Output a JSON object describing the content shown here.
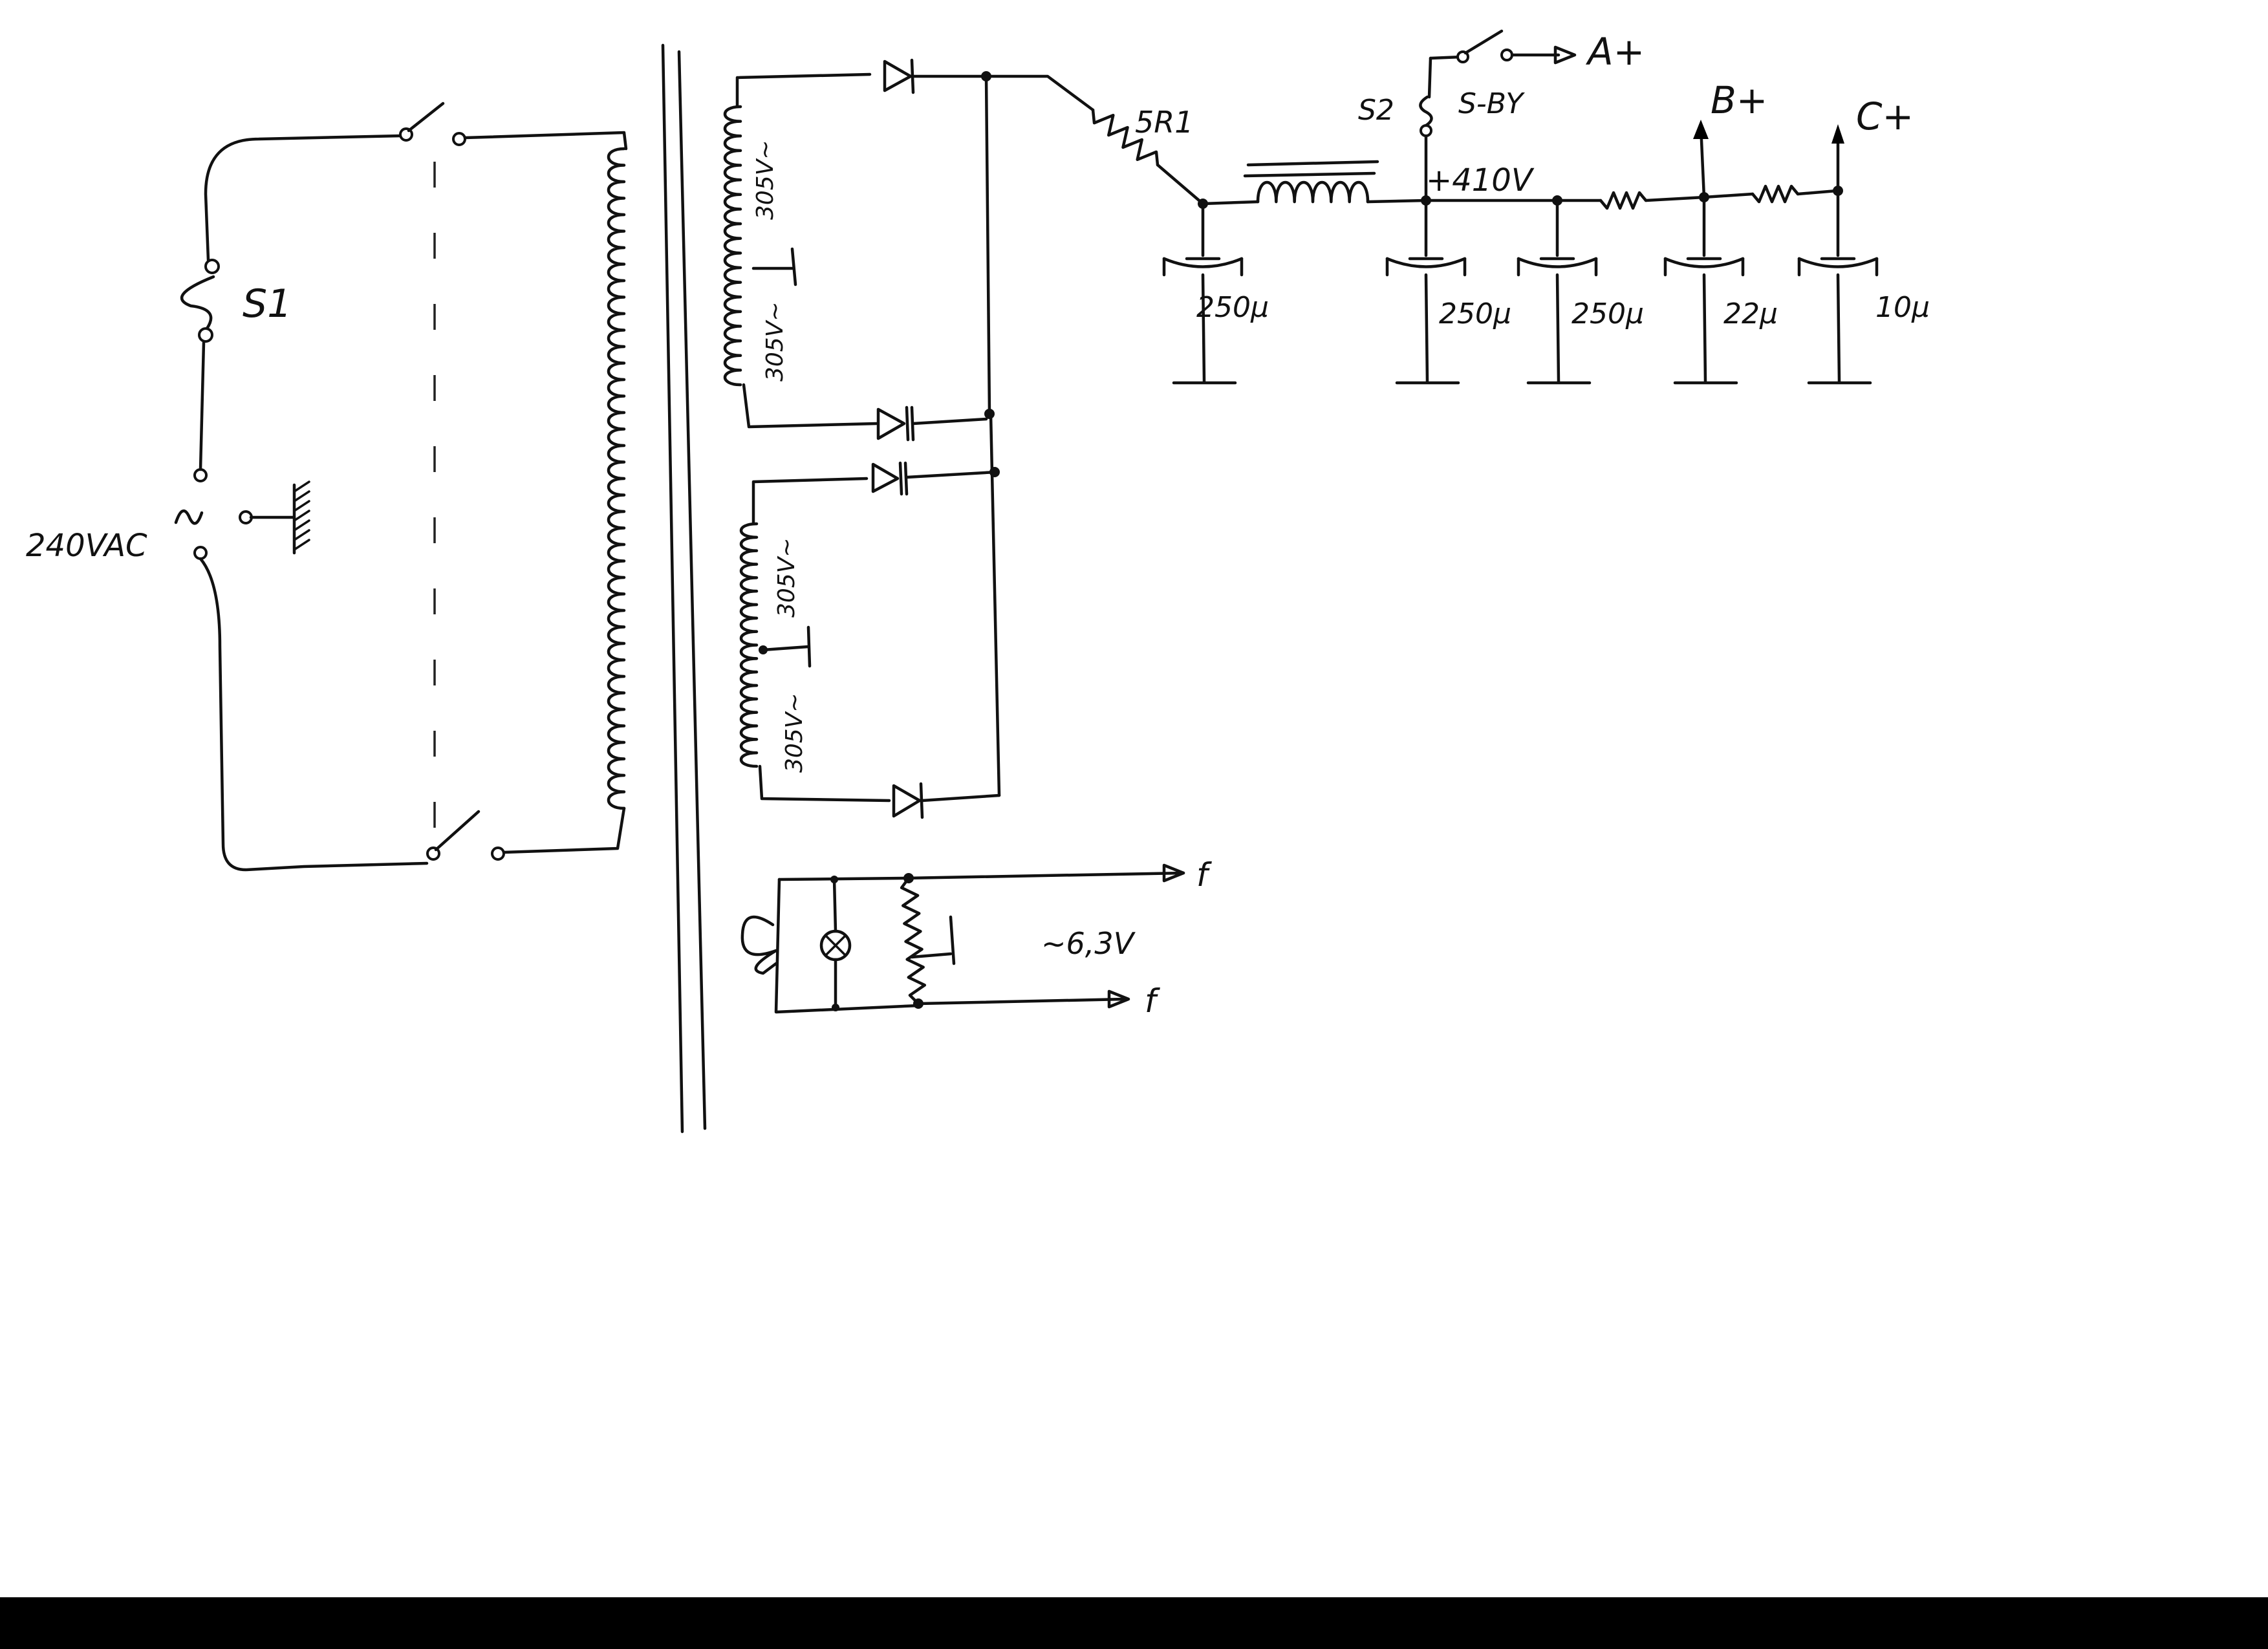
{
  "labels": {
    "mains": "240VAC",
    "mains_symbol": "~",
    "s1": "S1",
    "s2": "S2",
    "standby": "S-BY",
    "a_plus": "A+",
    "b_plus": "B+",
    "c_plus": "C+",
    "resistor_5r1": "5R1",
    "hv_voltage": "+410V",
    "winding_1a": "305V~",
    "winding_1b": "305V~",
    "winding_2a": "305V~",
    "winding_2b": "305V~",
    "heater_voltage": "~6,3V",
    "heater_out_1": "f",
    "heater_out_2": "f"
  },
  "capacitors": [
    {
      "id": "c1",
      "value": "250μ"
    },
    {
      "id": "c2",
      "value": "250μ"
    },
    {
      "id": "c3",
      "value": "250μ"
    },
    {
      "id": "c4",
      "value": "22μ"
    },
    {
      "id": "c5",
      "value": "10μ"
    }
  ],
  "colors": {
    "ink": "#111111",
    "paper": "#ffffff"
  }
}
